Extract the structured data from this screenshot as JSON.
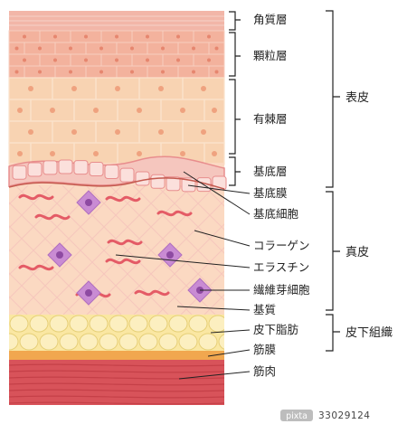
{
  "layers": [
    {
      "id": "stratum-corneum",
      "label": "角質層"
    },
    {
      "id": "stratum-granulosum",
      "label": "顆粒層"
    },
    {
      "id": "stratum-spinosum",
      "label": "有棘層"
    },
    {
      "id": "stratum-basale",
      "label": "基底層"
    },
    {
      "id": "basement-membrane",
      "label": "基底膜"
    },
    {
      "id": "basal-cell",
      "label": "基底細胞"
    },
    {
      "id": "collagen",
      "label": "コラーゲン"
    },
    {
      "id": "elastin",
      "label": "エラスチン"
    },
    {
      "id": "fibroblast",
      "label": "繊維芽細胞"
    },
    {
      "id": "ground-substance",
      "label": "基質"
    },
    {
      "id": "subcutaneous-fat",
      "label": "皮下脂肪"
    },
    {
      "id": "fascia",
      "label": "筋膜"
    },
    {
      "id": "muscle",
      "label": "筋肉"
    }
  ],
  "groups": [
    {
      "id": "epidermis",
      "label": "表皮"
    },
    {
      "id": "dermis",
      "label": "真皮"
    },
    {
      "id": "subcutaneous-tissue",
      "label": "皮下組織"
    }
  ],
  "watermark": {
    "brand": "pixta",
    "id_text": "33029124"
  },
  "colors": {
    "corneum": "#f2b6a8",
    "granulosum": "#f3b29d",
    "spinosum": "#f8d3b2",
    "basale": "#f5c6be",
    "basale_outline": "#e88d8d",
    "dermis": "#fbd9c2",
    "collagen": "#e45b66",
    "fibroblast": "#c98bd3",
    "fat": "#fae7a2",
    "fascia": "#f1a74f",
    "muscle": "#d8535a",
    "line": "#222222"
  }
}
